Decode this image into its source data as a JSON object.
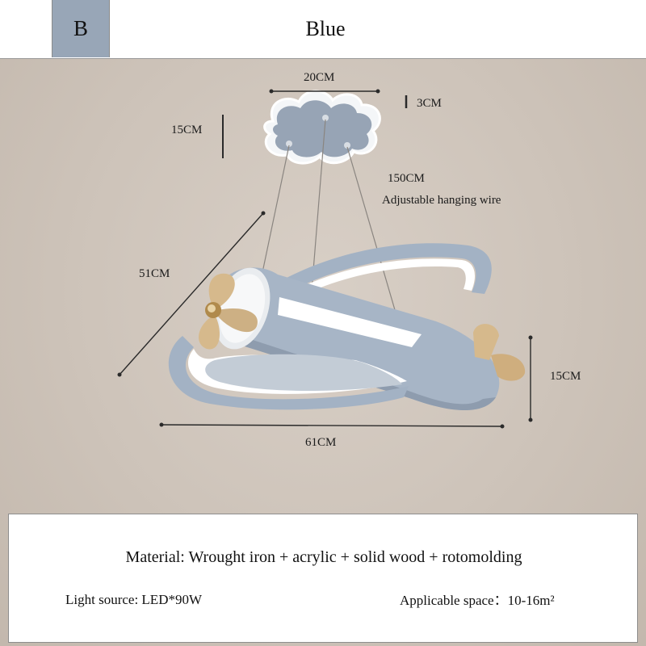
{
  "header": {
    "variant": "B",
    "color_name": "Blue"
  },
  "dimensions": {
    "canopy_width": "20CM",
    "canopy_thickness": "3CM",
    "canopy_depth": "15CM",
    "wire_length": "150CM",
    "wire_note": "Adjustable hanging wire",
    "ring_diameter": "51CM",
    "fixture_width": "61CM",
    "fixture_height": "15CM"
  },
  "specs": {
    "material": "Material: Wrought iron + acrylic + solid wood + rotomolding",
    "light_source": "Light source: LED*90W",
    "applicable_space": "Applicable space：10-16m²"
  },
  "colors": {
    "accent_blue": "#98a6b7",
    "fixture_blue": "#a3b2c4",
    "wood": "#d6b98c",
    "background": "#cfc5bb"
  }
}
